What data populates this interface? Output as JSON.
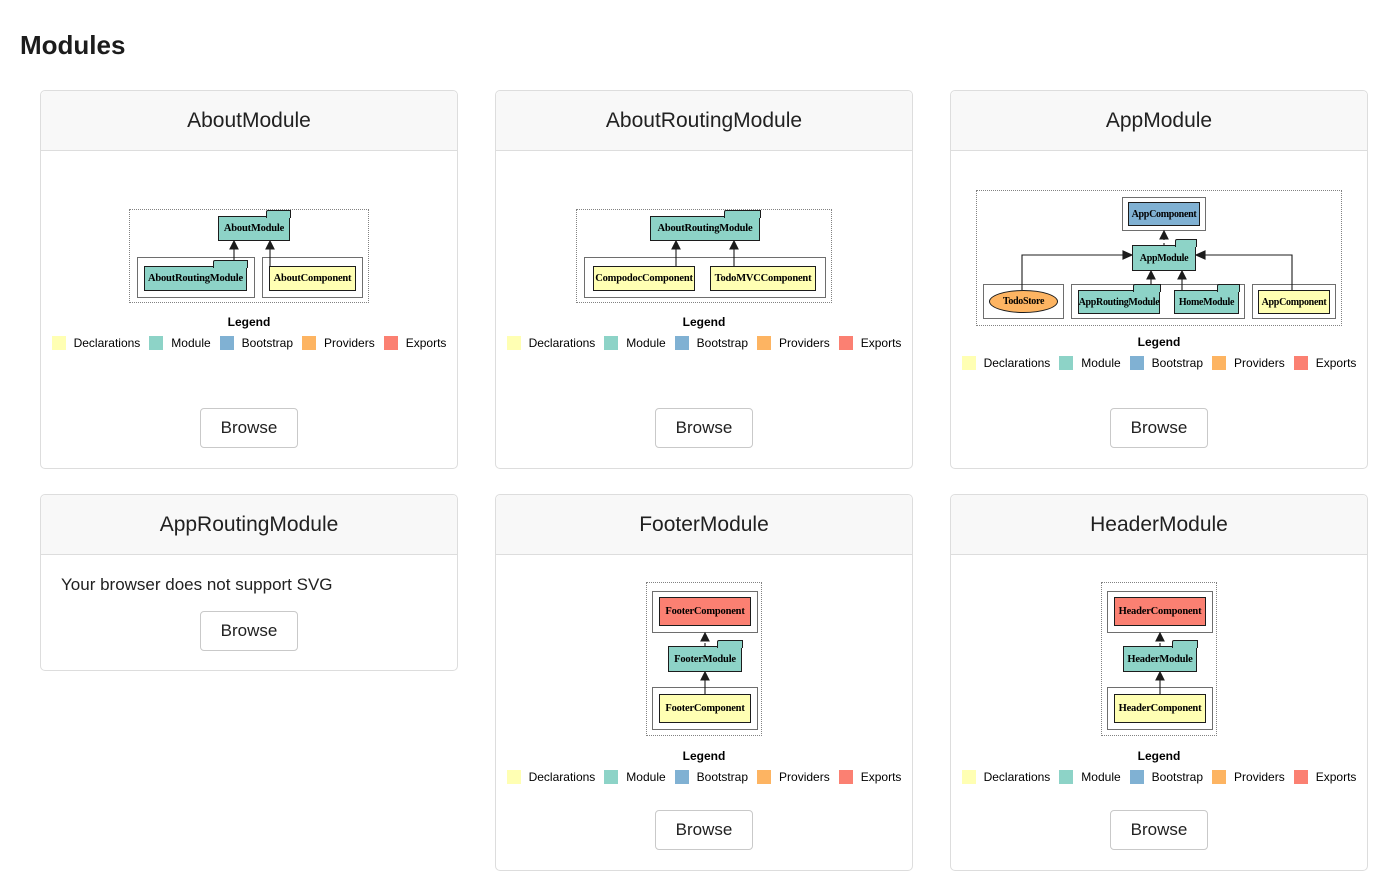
{
  "page": {
    "heading": "Modules"
  },
  "legend": {
    "title": "Legend",
    "items": [
      {
        "label": "Declarations",
        "color": "#ffffb3"
      },
      {
        "label": "Module",
        "color": "#8dd3c7"
      },
      {
        "label": "Bootstrap",
        "color": "#80b1d3"
      },
      {
        "label": "Providers",
        "color": "#fdb462"
      },
      {
        "label": "Exports",
        "color": "#fb8072"
      }
    ]
  },
  "browse_label": "Browse",
  "fallback_message": "Your browser does not support SVG",
  "cards": [
    {
      "title": "AboutModule",
      "nodes": {
        "module": "AboutModule",
        "import": "AboutRoutingModule",
        "declaration": "AboutComponent"
      }
    },
    {
      "title": "AboutRoutingModule",
      "nodes": {
        "module": "AboutRoutingModule",
        "declaration1": "CompodocComponent",
        "declaration2": "TodoMVCComponent"
      }
    },
    {
      "title": "AppModule",
      "nodes": {
        "bootstrap": "AppComponent",
        "module": "AppModule",
        "provider": "TodoStore",
        "import1": "AppRoutingModule",
        "import2": "HomeModule",
        "declaration": "AppComponent"
      }
    },
    {
      "title": "AppRoutingModule"
    },
    {
      "title": "FooterModule",
      "nodes": {
        "export": "FooterComponent",
        "module": "FooterModule",
        "declaration": "FooterComponent"
      }
    },
    {
      "title": "HeaderModule",
      "nodes": {
        "export": "HeaderComponent",
        "module": "HeaderModule",
        "declaration": "HeaderComponent"
      }
    }
  ]
}
